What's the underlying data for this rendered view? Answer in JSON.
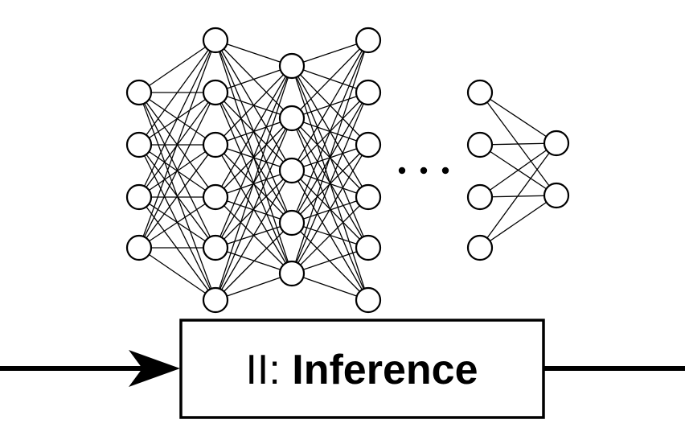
{
  "diagram": {
    "stage_box": {
      "numeral": "II:",
      "title": "Inference"
    },
    "network": {
      "main_layers": [
        4,
        6,
        5,
        6
      ],
      "tail_layers": [
        4,
        2
      ],
      "ellipsis": "..."
    }
  }
}
